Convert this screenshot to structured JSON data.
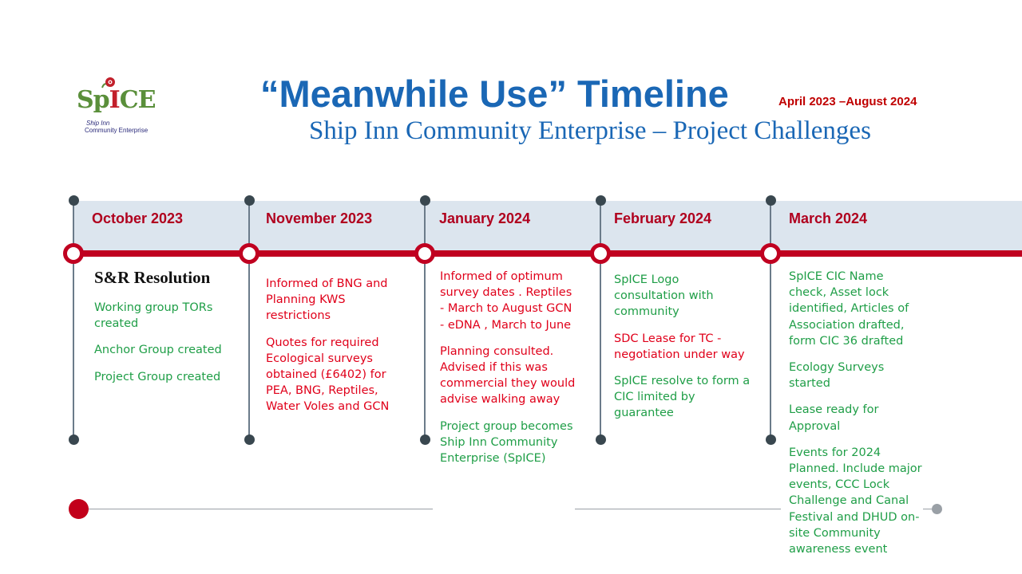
{
  "logo": {
    "word_part1": "Sp",
    "word_part2": "I",
    "word_part3": "CE",
    "sub_line1": "Ship Inn",
    "sub_line2": "Community Enterprise",
    "colors": {
      "green": "#5a8f3a",
      "red": "#c2202b"
    }
  },
  "header": {
    "title": "“Meanwhile Use” Timeline",
    "date_range": "April 2023 –August 2024",
    "subtitle": "Ship Inn Community Enterprise – Project Challenges"
  },
  "colors": {
    "title_blue": "#1a67b5",
    "month_red": "#b0001e",
    "timeline_red": "#c00020",
    "band": "#dce5ee",
    "green_text": "#1f9e47",
    "red_text": "#e0001a"
  },
  "columns": [
    {
      "month": "October 2023",
      "heading": "S&R Resolution",
      "items": [
        {
          "text": "Working group TORs created",
          "color": "green"
        },
        {
          "text": "Anchor Group created",
          "color": "green"
        },
        {
          "text": "Project Group created",
          "color": "green"
        }
      ]
    },
    {
      "month": "November 2023",
      "items": [
        {
          "text": "Informed of BNG and Planning KWS restrictions",
          "color": "red"
        },
        {
          "text": "Quotes for required Ecological surveys obtained (£6402) for PEA, BNG, Reptiles, Water Voles and GCN",
          "color": "red"
        }
      ]
    },
    {
      "month": "January 2024",
      "items": [
        {
          "text": "Informed of optimum survey dates . Reptiles - March to August GCN - eDNA , March to June",
          "color": "red"
        },
        {
          "text": "Planning consulted. Advised if this was commercial they would advise walking away",
          "color": "red"
        },
        {
          "text": "Project group becomes Ship Inn Community Enterprise (SpICE)",
          "color": "green"
        }
      ]
    },
    {
      "month": "February 2024",
      "items": [
        {
          "text": "SpICE Logo consultation with community",
          "color": "green"
        },
        {
          "text": "SDC Lease  for TC - negotiation under way",
          "color": "red"
        },
        {
          "text": "SpICE resolve to form a CIC limited by guarantee",
          "color": "green"
        }
      ]
    },
    {
      "month": "March 2024",
      "items": [
        {
          "text": "SpICE CIC Name check, Asset lock identified, Articles of Association drafted, form CIC 36 drafted",
          "color": "green"
        },
        {
          "text": "Ecology Surveys started",
          "color": "green"
        },
        {
          "text": "Lease ready for Approval",
          "color": "green"
        },
        {
          "text": "Events for 2024 Planned. Include major events, CCC Lock Challenge and Canal Festival and DHUD on-site Community awareness event",
          "color": "green"
        }
      ]
    }
  ]
}
